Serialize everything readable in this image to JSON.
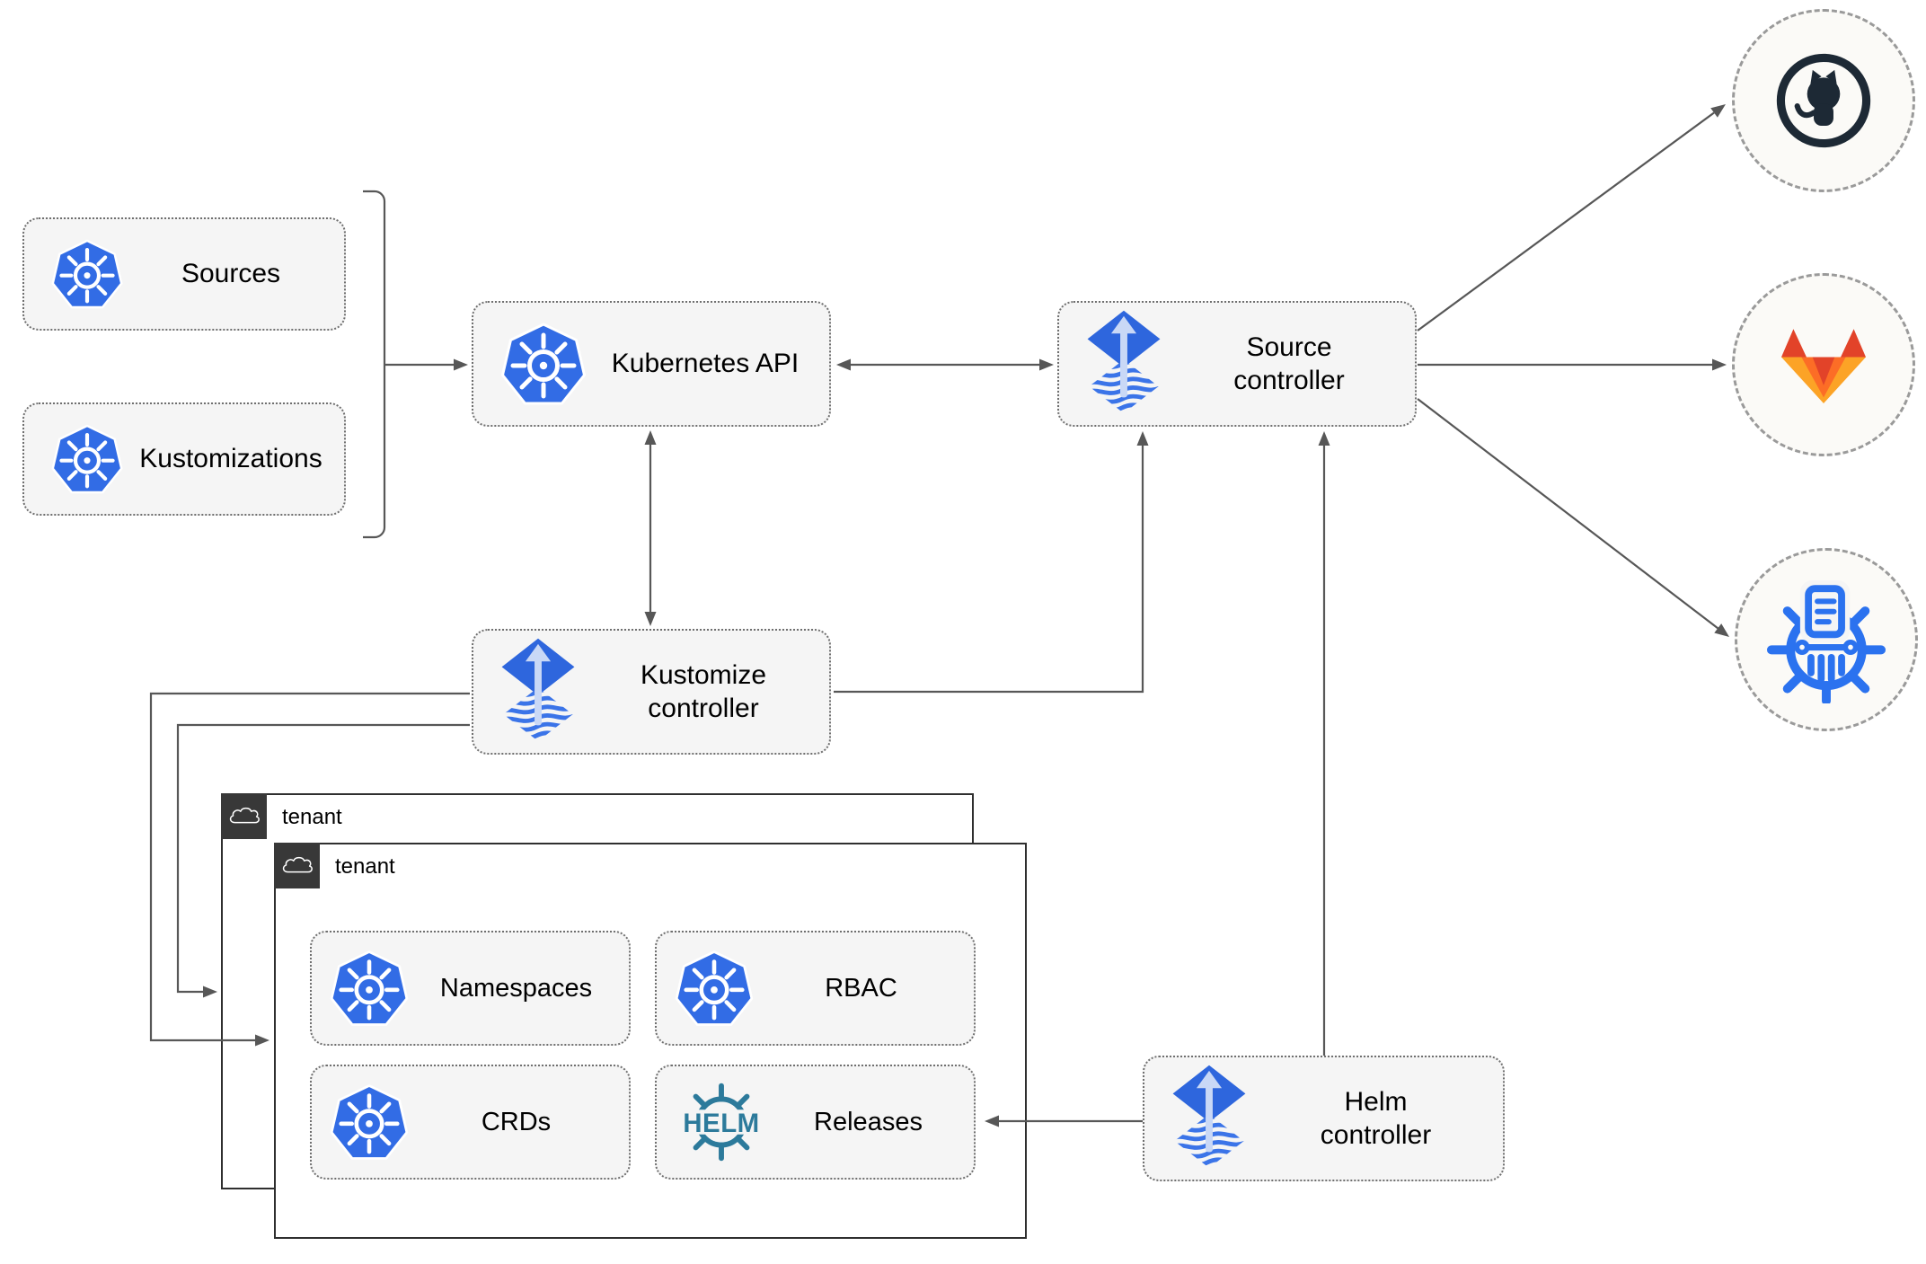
{
  "diagram": {
    "nodes": {
      "sources": {
        "label": "Sources"
      },
      "kustomizations": {
        "label": "Kustomizations"
      },
      "kubernetes_api": {
        "label": "Kubernetes API"
      },
      "source_controller": {
        "label": "Source controller"
      },
      "kustomize_controller": {
        "label": "Kustomize controller"
      },
      "helm_controller": {
        "label": "Helm controller"
      },
      "namespaces": {
        "label": "Namespaces"
      },
      "rbac": {
        "label": "RBAC"
      },
      "crds": {
        "label": "CRDs"
      },
      "releases": {
        "label": "Releases"
      }
    },
    "containers": {
      "tenant_back": {
        "label": "tenant"
      },
      "tenant_front": {
        "label": "tenant"
      }
    },
    "icons": {
      "helm_wheel_text": "HELM",
      "kubernetes": "kubernetes-logo",
      "flux": "flux-logo",
      "github": "github-logo",
      "gitlab": "gitlab-logo",
      "chartmuseum": "chartmuseum-logo",
      "cloud": "cloud-icon"
    },
    "colors": {
      "kubernetes_blue": "#326CE5",
      "flux_blue": "#2E66DD",
      "flux_arrow_light": "#C9D8F6",
      "helm_teal": "#2C7A9B",
      "github_dark": "#1D2935",
      "gitlab_red": "#E24329",
      "gitlab_orange": "#FC6D26",
      "gitlab_light_orange": "#FCA326",
      "chartmuseum_blue": "#2B72EF",
      "connector_gray": "#575757",
      "node_fill": "#F5F5F5",
      "container_dark": "#383838"
    }
  }
}
